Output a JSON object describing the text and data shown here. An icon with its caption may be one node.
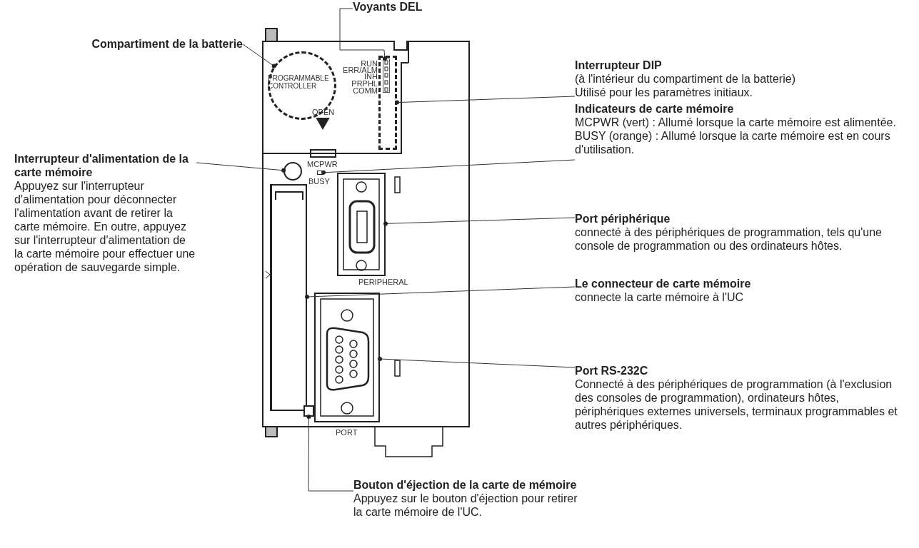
{
  "diagram": {
    "nodes": [
      {
        "text": [
          "Voyants DEL"
        ]
      },
      {
        "text": [
          "Compartiment de la batterie"
        ]
      },
      {
        "text": [],
        "shape": "circle"
      },
      {
        "text": [
          "Interrupteur DIP",
          "(à l'intérieur du compartiment de la batterie)",
          "Utilisé pour les paramètres initiaux."
        ]
      },
      {
        "text": [],
        "shape": "box"
      },
      {
        "text": [
          "Indicateurs de carte mémoire",
          "MCPWR (vert) : Allumé lorsque la carte mémoire est alimentée.",
          "BUSY (orange) : Allumé lorsque la carte mémoire est en cours d'utilisation."
        ]
      },
      {
        "text": [
          "Interrupteur d'alimentation de la carte mémoire",
          "Appuyez sur l'interrupteur d'alimentation pour déconnecter l'alimentation avant de retirer la carte mémoire. En outre, appuyez sur l'interrupteur d'alimentation de la carte mémoire pour effectuer une opération de sauvegarde simple."
        ]
      },
      {
        "text": [],
        "shape": "circle"
      },
      {
        "text": [
          "Port périphérique",
          "connecté à des périphériques de programmation, tels qu'une console de programmation ou des ordinateurs hôtes."
        ]
      },
      {
        "text": [],
        "shape": "box",
        "beside": [
          "PERIPHERAL"
        ]
      },
      {
        "text": [
          "Le connecteur de carte mémoire",
          "connecte la carte mémoire à l'UC"
        ]
      },
      {
        "text": [],
        "shape": "box"
      },
      {
        "text": [
          "Port RS-232C",
          "Connecté à des périphériques de programmation (à l'exclusion des consoles de programmation), ordinateurs hôtes, périphériques externes universels, terminaux programmables et autres périphériques."
        ]
      },
      {
        "text": [],
        "shape": "box",
        "beside": [
          "PORT"
        ]
      },
      {
        "text": [
          "Bouton d'éjection de la carte de mémoire",
          "Appuyez sur le bouton d'éjection pour retirer la carte mémoire de l'UC."
        ]
      },
      {
        "text": [],
        "shape": "box"
      },
      {
        "text": [],
        "shape": "box",
        "in": 4
      },
      {
        "text": [],
        "shape": "box"
      }
    ],
    "edges": [
      {
        "from": 0,
        "to": 16,
        "arrow": "other"
      },
      {
        "from": 1,
        "to": 2,
        "arrow": "other"
      },
      {
        "from": 3,
        "to": 4,
        "arrow": "other"
      },
      {
        "from": 5,
        "to": 17,
        "arrow": "other"
      },
      {
        "from": 6,
        "to": 7,
        "arrow": "other"
      },
      {
        "from": 8,
        "to": 9,
        "arrow": "other"
      },
      {
        "from": 10,
        "to": 11,
        "arrow": "other"
      },
      {
        "from": 12,
        "to": 13,
        "arrow": "other"
      },
      {
        "from": 14,
        "to": 15,
        "arrow": "other"
      }
    ],
    "labels": [
      "PROGRAMMABLE CONTROLLER",
      "RUN",
      "ERR/ALM",
      "INH",
      "PRPHL",
      "COMM",
      "OPEN",
      "MCPWR",
      "BUSY"
    ]
  }
}
